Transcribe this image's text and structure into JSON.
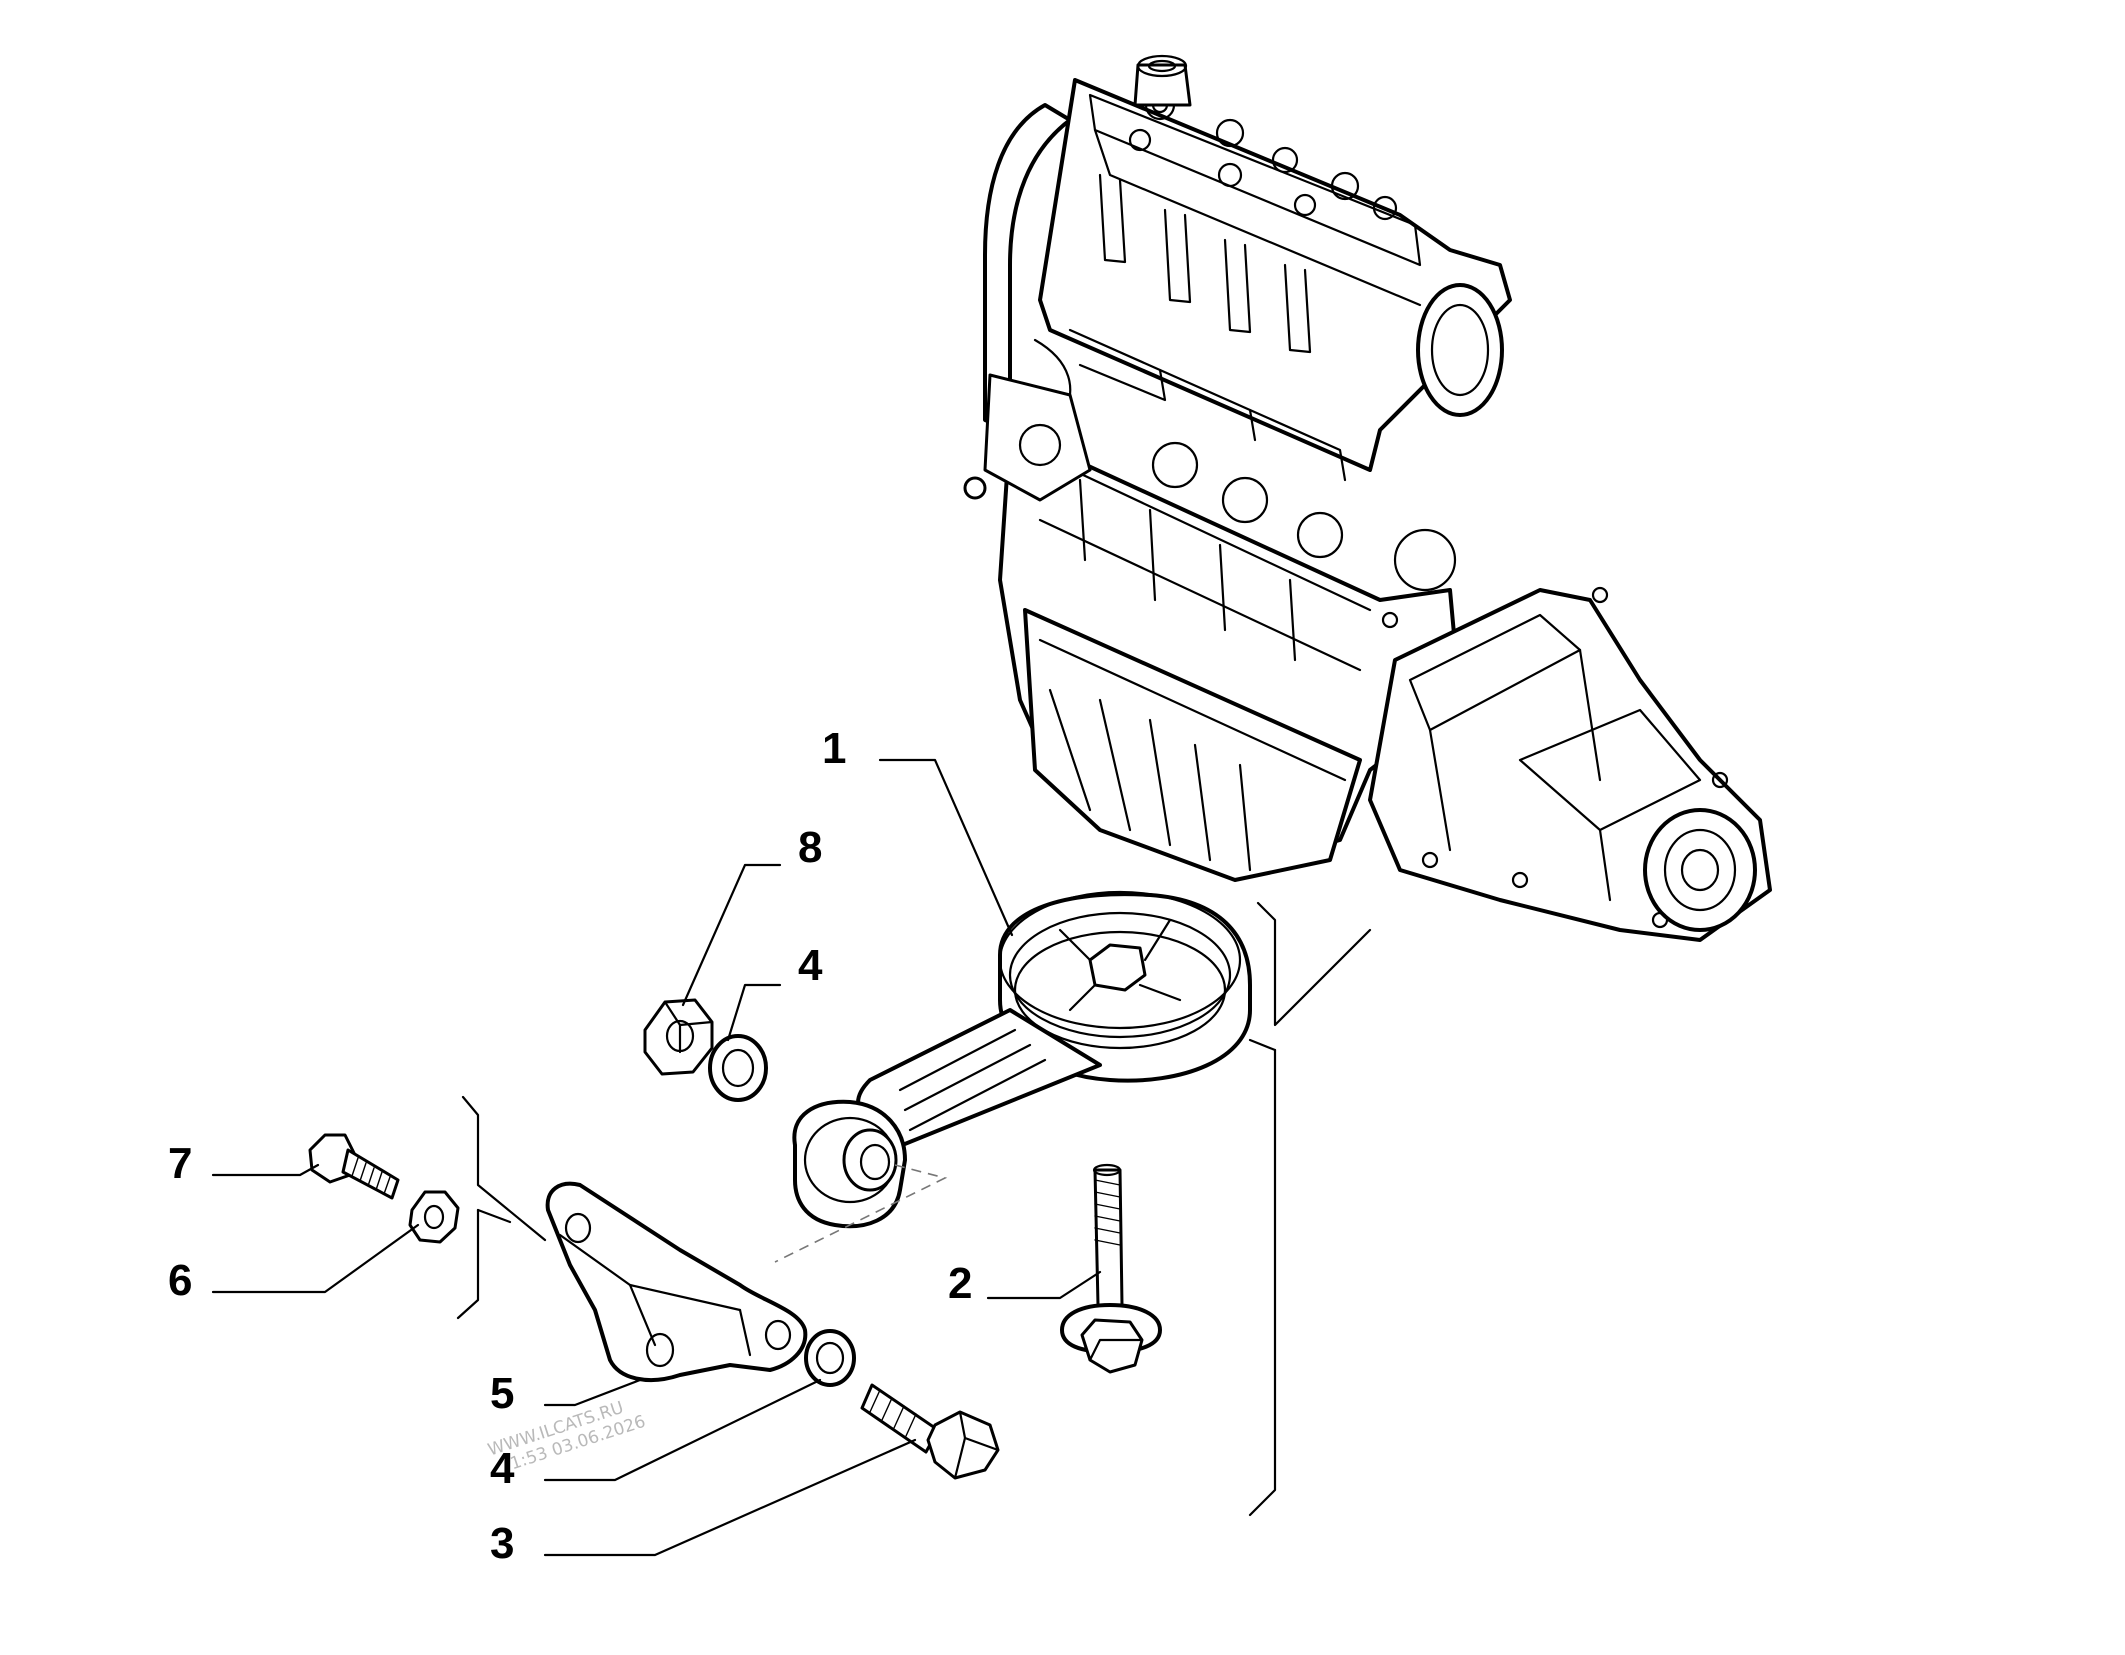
{
  "diagram": {
    "callouts": [
      {
        "id": "c1",
        "label": "1"
      },
      {
        "id": "c2",
        "label": "2"
      },
      {
        "id": "c3",
        "label": "3"
      },
      {
        "id": "c4a",
        "label": "4"
      },
      {
        "id": "c4b",
        "label": "4"
      },
      {
        "id": "c5",
        "label": "5"
      },
      {
        "id": "c6",
        "label": "6"
      },
      {
        "id": "c7",
        "label": "7"
      },
      {
        "id": "c8",
        "label": "8"
      }
    ],
    "watermark": {
      "line1": "WWW.ILCATS.RU",
      "line2": "1:53 03.06.2026"
    }
  }
}
